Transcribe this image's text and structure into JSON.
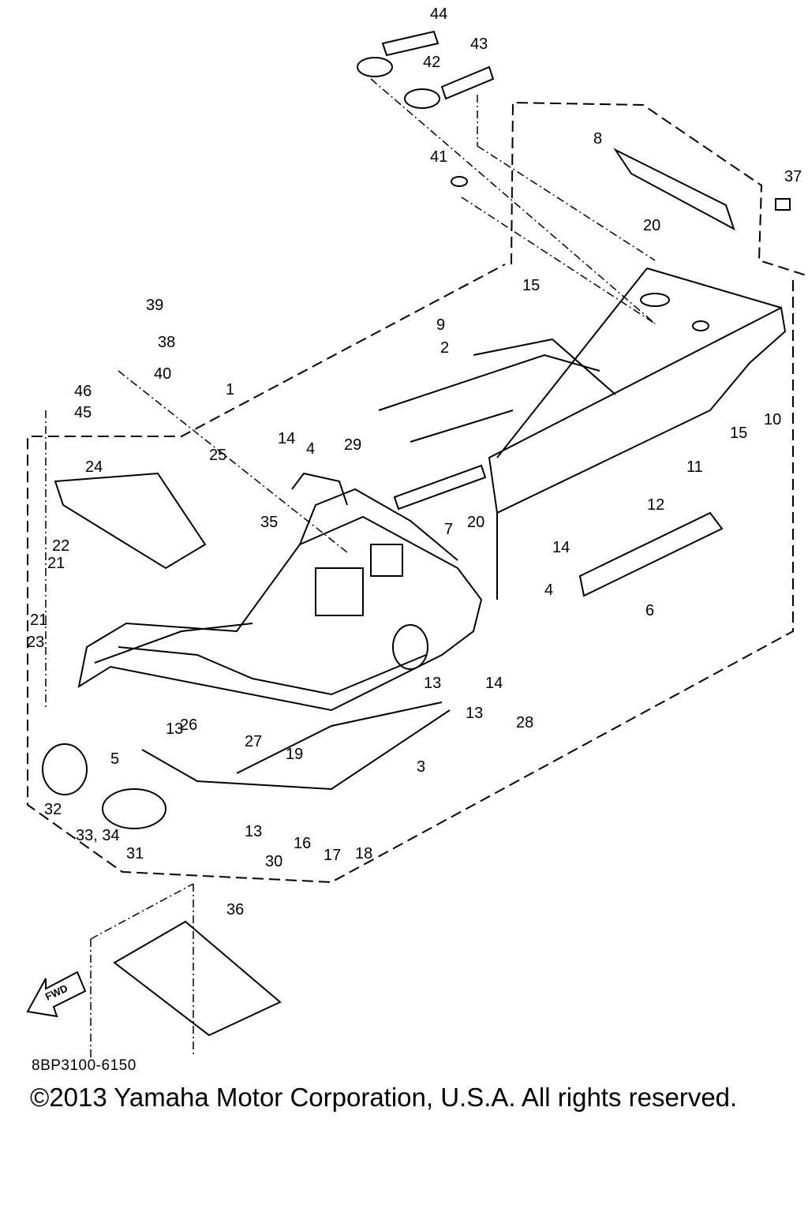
{
  "callouts": [
    "1",
    "2",
    "3",
    "4",
    "4",
    "5",
    "6",
    "7",
    "8",
    "9",
    "10",
    "11",
    "12",
    "13",
    "13",
    "13",
    "13",
    "14",
    "14",
    "14",
    "15",
    "15",
    "16",
    "17",
    "18",
    "19",
    "20",
    "20",
    "21",
    "21",
    "22",
    "23",
    "24",
    "25",
    "26",
    "27",
    "28",
    "29",
    "30",
    "31",
    "32",
    "33, 34",
    "35",
    "36",
    "37",
    "38",
    "39",
    "40",
    "41",
    "42",
    "43",
    "44",
    "45",
    "46"
  ],
  "fwd_label": "FWD",
  "reference_code": "8BP3100-6150",
  "copyright": "©2013 Yamaha Motor Corporation, U.S.A. All rights reserved.",
  "colors": {
    "ink": "#000000",
    "paper": "#ffffff"
  }
}
